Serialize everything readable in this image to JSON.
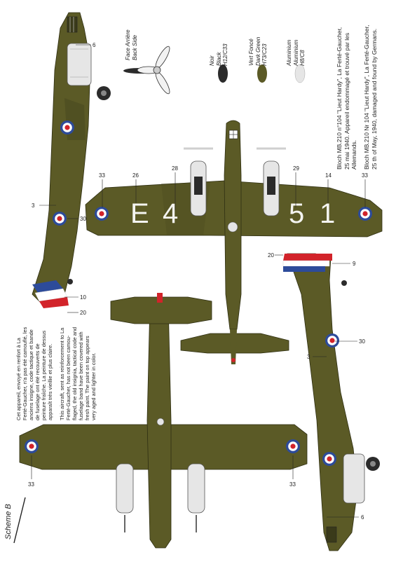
{
  "scheme": {
    "label": "Scheme B"
  },
  "colors": {
    "olive": "#5b5a26",
    "olive_dark": "#4a4a1f",
    "black": "#2b2b2b",
    "aluminium": "#e6e6e6",
    "roundel_blue": "#2d4b9a",
    "roundel_red": "#d2232a",
    "white": "#ffffff"
  },
  "propeller_view": {
    "line1": "Face Arrière",
    "line2": "Back Side"
  },
  "swatches": [
    {
      "fr": "Noir",
      "en": "Black",
      "code": "H12/C33",
      "color": "#2b2b2b"
    },
    {
      "fr": "Vert Foncé",
      "en": "Dark Green",
      "code": "H73/C23",
      "color": "#5b5a26"
    },
    {
      "fr": "Aluminium",
      "en": "Aluminium",
      "code": "H8/C8",
      "color": "#e6e6e6"
    }
  ],
  "captions": {
    "title_fr": "Bloch MB.210 n°104 \"Lieut Hardy\", La Ferté-Gaucher,",
    "body_fr_1": "25 mai 1940. Appareil endommagé et trouvé par les",
    "body_fr_2": "Allemands.",
    "title_en": "Bloch MB.210 Nr 104 \"Lieut Hardy\", La Ferté-Gaucher,",
    "body_en_1": "25 th of May, 1940, damaged and found by Germans."
  },
  "notes": {
    "fr": [
      "Cet appareil, envoyé en renfort à La",
      "Ferté-Gaucher, n'a pas été camouflé, les",
      "anciens insigne, code tactique et bande",
      "de fuselage ont été recouverts de",
      "peinture fraîche. La peinture de dessus",
      "apparaît très vieillie et plus claire."
    ],
    "en": [
      "This aircraft, sent as reinforcement to La",
      "Ferté-Gaucher, has not been camou-",
      "flaged, the old insignia, tactical code and",
      "fuselage band have been covered with",
      "fresh paint. The paint on top appears",
      "very aged and lighter in color."
    ]
  },
  "codes": {
    "left_a": "E",
    "left_b": "4",
    "right_a": "5",
    "right_b": "1"
  },
  "refs": {
    "r3a": "3",
    "r6a": "6",
    "r30a": "30",
    "r10": "10",
    "r20a": "20",
    "r33a": "33",
    "r26": "26",
    "r28": "28",
    "r29": "29",
    "r14": "14",
    "r33b": "33",
    "r20b": "20",
    "r9": "9",
    "r30b": "30",
    "r3b": "3",
    "r6b": "6",
    "r33c": "33",
    "r33d": "33"
  }
}
